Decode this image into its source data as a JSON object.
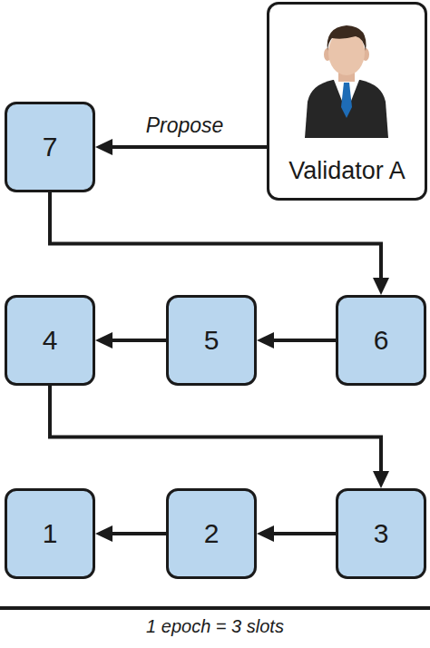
{
  "diagram": {
    "nodes": [
      {
        "text": [
          "7"
        ]
      },
      {
        "text": [
          "Validator A"
        ]
      },
      {
        "text": [
          "4"
        ]
      },
      {
        "text": [
          "5"
        ]
      },
      {
        "text": [
          "6"
        ]
      },
      {
        "text": [
          "1"
        ]
      },
      {
        "text": [
          "2"
        ]
      },
      {
        "text": [
          "3"
        ]
      }
    ],
    "edges": [
      {
        "from": 1,
        "to": 0,
        "arrow": "to",
        "label": "Propose"
      },
      {
        "from": 0,
        "to": 4,
        "arrow": "to"
      },
      {
        "from": 4,
        "to": 3,
        "arrow": "to"
      },
      {
        "from": 3,
        "to": 2,
        "arrow": "to"
      },
      {
        "from": 2,
        "to": 7,
        "arrow": "to"
      },
      {
        "from": 7,
        "to": 6,
        "arrow": "to"
      },
      {
        "from": 6,
        "to": 5,
        "arrow": "to"
      }
    ],
    "labels": [
      "1 epoch = 3 slots"
    ]
  }
}
